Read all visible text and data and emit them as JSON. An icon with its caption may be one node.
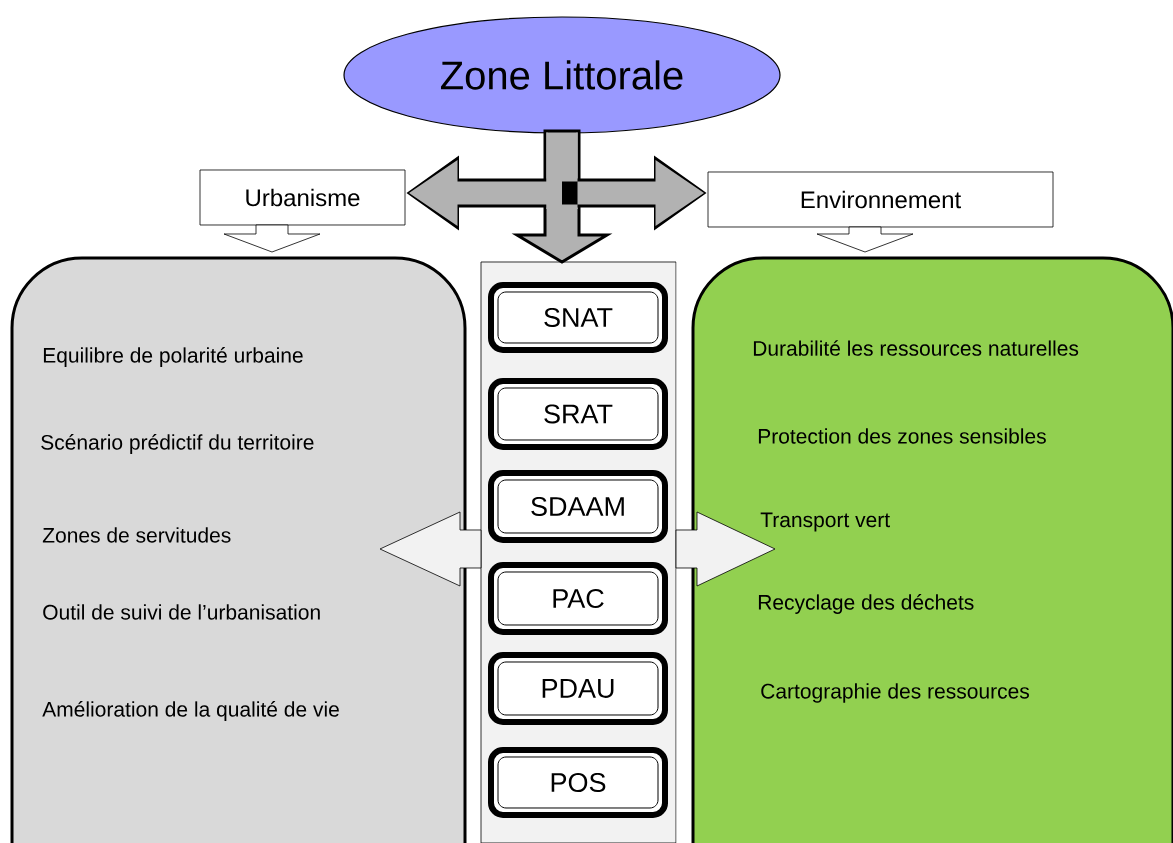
{
  "diagram": {
    "nodes": [
      {
        "text": [
          "Zone Littorale"
        ]
      },
      {
        "text": [
          "Urbanisme"
        ]
      },
      {
        "text": [
          "Environnement"
        ]
      },
      {
        "text": [
          "Equilibre de polarité urbaine",
          "Scénario prédictif du territoire",
          "Zones de servitudes",
          "Outil de suivi de l’urbanisation",
          "Amélioration de la qualité de vie"
        ]
      },
      {
        "text": [],
        "shape": "box"
      },
      {
        "text": [
          "SNAT"
        ],
        "in": 4
      },
      {
        "text": [
          "SRAT"
        ],
        "in": 4
      },
      {
        "text": [
          "SDAAM"
        ],
        "in": 4
      },
      {
        "text": [
          "PAC"
        ],
        "in": 4
      },
      {
        "text": [
          "PDAU"
        ],
        "in": 4
      },
      {
        "text": [
          "POS"
        ],
        "in": 4
      },
      {
        "text": [
          "Durabilité les ressources naturelles",
          "Protection des zones sensibles",
          "Transport vert",
          "Recyclage  des déchets",
          "Cartographie des ressources"
        ]
      }
    ],
    "edges": [
      {
        "from": 0,
        "to": 1,
        "arrow": "to"
      },
      {
        "from": 0,
        "to": 2,
        "arrow": "to"
      },
      {
        "from": 0,
        "to": 4,
        "arrow": "to"
      },
      {
        "from": 1,
        "to": 3,
        "arrow": "to"
      },
      {
        "from": 2,
        "to": 11,
        "arrow": "to"
      },
      {
        "from": 4,
        "to": 3,
        "arrow": "to"
      },
      {
        "from": 4,
        "to": 11,
        "arrow": "to"
      }
    ]
  }
}
